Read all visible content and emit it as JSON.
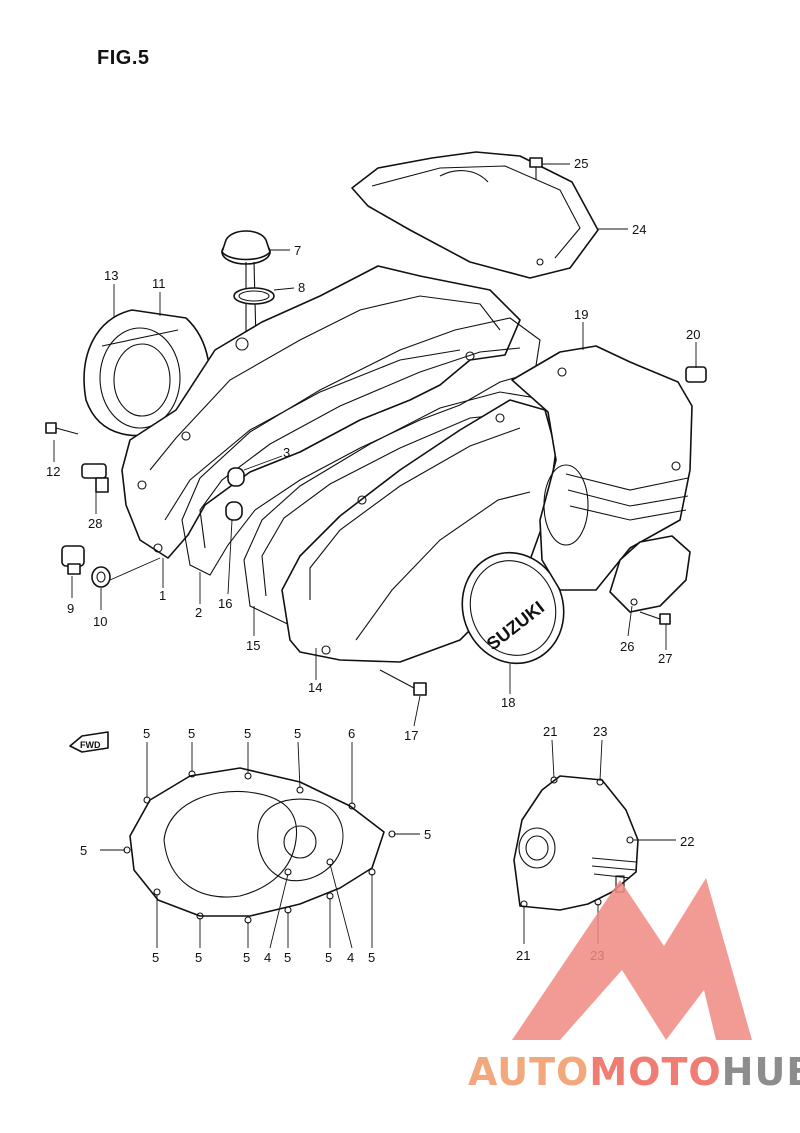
{
  "figure": {
    "title": "FIG.5",
    "fwd_label": "FWD",
    "cover_brand": "SUZUKI"
  },
  "callouts": [
    {
      "id": "c25",
      "text": "25"
    },
    {
      "id": "c24",
      "text": "24"
    },
    {
      "id": "c7",
      "text": "7"
    },
    {
      "id": "c8",
      "text": "8"
    },
    {
      "id": "c13",
      "text": "13"
    },
    {
      "id": "c11",
      "text": "11"
    },
    {
      "id": "c19",
      "text": "19"
    },
    {
      "id": "c20",
      "text": "20"
    },
    {
      "id": "c3",
      "text": "3"
    },
    {
      "id": "c12",
      "text": "12"
    },
    {
      "id": "c28",
      "text": "28"
    },
    {
      "id": "c9",
      "text": "9"
    },
    {
      "id": "c10",
      "text": "10"
    },
    {
      "id": "c1",
      "text": "1"
    },
    {
      "id": "c2",
      "text": "2"
    },
    {
      "id": "c16",
      "text": "16"
    },
    {
      "id": "c15",
      "text": "15"
    },
    {
      "id": "c14",
      "text": "14"
    },
    {
      "id": "c17",
      "text": "17"
    },
    {
      "id": "c18",
      "text": "18"
    },
    {
      "id": "c26",
      "text": "26"
    },
    {
      "id": "c27",
      "text": "27"
    },
    {
      "id": "g5a",
      "text": "5"
    },
    {
      "id": "g5b",
      "text": "5"
    },
    {
      "id": "g5c",
      "text": "5"
    },
    {
      "id": "g5d",
      "text": "5"
    },
    {
      "id": "g6",
      "text": "6"
    },
    {
      "id": "g5e",
      "text": "5"
    },
    {
      "id": "g5f",
      "text": "5"
    },
    {
      "id": "g5g",
      "text": "5"
    },
    {
      "id": "g5h",
      "text": "5"
    },
    {
      "id": "g5i",
      "text": "5"
    },
    {
      "id": "g4a",
      "text": "4"
    },
    {
      "id": "g5j",
      "text": "5"
    },
    {
      "id": "g5k",
      "text": "5"
    },
    {
      "id": "g4b",
      "text": "4"
    },
    {
      "id": "g5l",
      "text": "5"
    },
    {
      "id": "s21a",
      "text": "21"
    },
    {
      "id": "s23a",
      "text": "23"
    },
    {
      "id": "s22",
      "text": "22"
    },
    {
      "id": "s21b",
      "text": "21"
    },
    {
      "id": "s23b",
      "text": "23"
    }
  ],
  "watermark": {
    "part1": "AUTO",
    "part2": "MOTO",
    "part3": "HUB",
    "colors": {
      "auto": "#f3a77d",
      "moto": "#f07d74",
      "hub": "#8d8d8d"
    }
  }
}
